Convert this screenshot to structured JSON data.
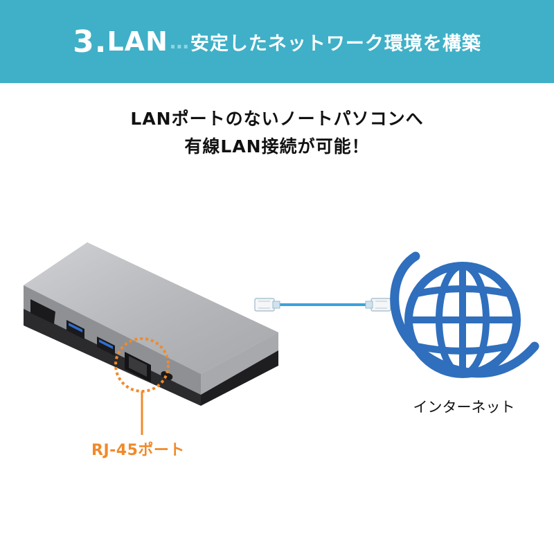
{
  "banner": {
    "number": "3.",
    "title": "LAN",
    "dots": "…",
    "subtitle": "安定したネットワーク環境を構築",
    "background": "#3fb0c7"
  },
  "headline": {
    "line1": "LANポートのないノートパソコンへ",
    "line2": "有線LAN接続が可能！"
  },
  "device": {
    "port_callout_label": "RJ-45ポート",
    "callout_color": "#f08a2a"
  },
  "cable": {
    "color": "#3aa2dc"
  },
  "internet": {
    "label": "インターネット",
    "icon": "globe-icon",
    "icon_color": "#2f6fbd"
  }
}
